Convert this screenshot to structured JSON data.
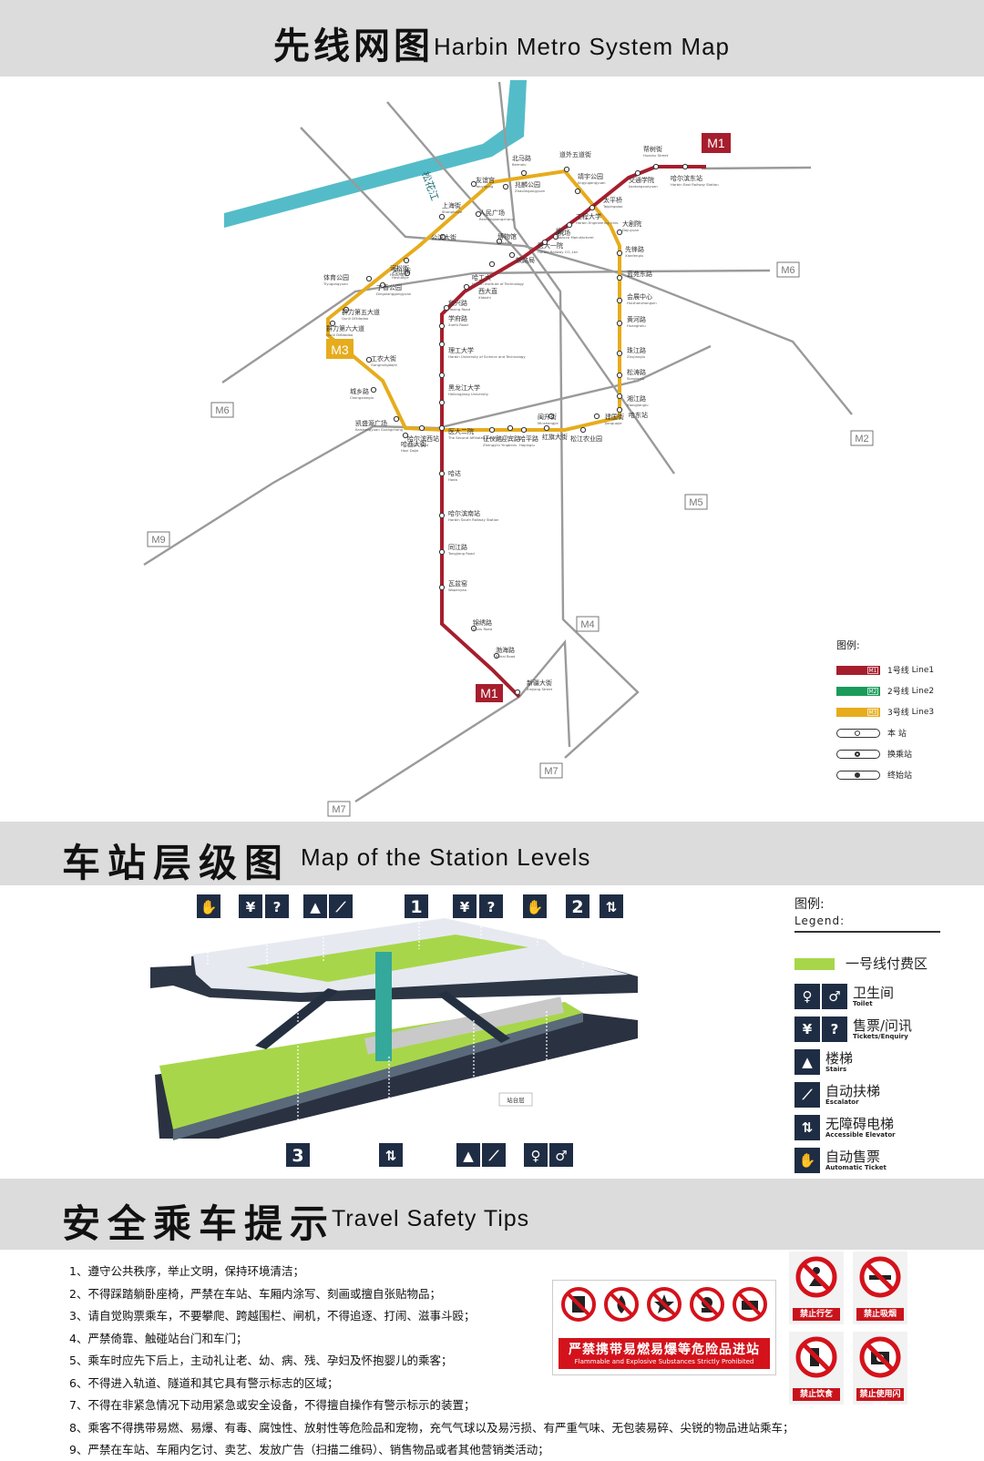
{
  "sections": {
    "network": {
      "title_zh": "线网图",
      "title_zh_prefix": "先",
      "title_en": "Harbin Metro System Map"
    },
    "levels": {
      "title_zh": "车站层级图",
      "title_en": "Map of the Station Levels"
    },
    "safety": {
      "title_zh": "安全乘车提示",
      "title_en": "Travel Safety Tips"
    }
  },
  "river_name": "松花江",
  "line_badges": {
    "M1_top": "M1",
    "M1_bottom": "M1",
    "M2": "M2",
    "M3": "M3",
    "M4": "M4",
    "M5": "M5",
    "M6_east": "M6",
    "M6_west": "M6",
    "M7_east": "M7",
    "M7_west": "M7",
    "M9": "M9"
  },
  "colors": {
    "line1": "#a61e2d",
    "line2": "#1a9b5a",
    "line3": "#e6ac1c",
    "planned": "#9a9a9a",
    "river": "#54bcc8"
  },
  "stations": {
    "line1": [
      {
        "zh": "哈尔滨东站",
        "en": "Harbin East Railway Station"
      },
      {
        "zh": "交通学院",
        "en": "Jiaotongxueyuan"
      },
      {
        "zh": "太平桥",
        "en": "Taipingqiao"
      },
      {
        "zh": "工程大学",
        "en": "Harbin Engineering Univ."
      },
      {
        "zh": "烟厂",
        "en": "Tobacco Manufacturer"
      },
      {
        "zh": "医大一院",
        "en": "Harbin Railway CO.,Ltd"
      },
      {
        "zh": "铁路局",
        "en": ""
      },
      {
        "zh": "哈工大",
        "en": "Harbin Institute of Technology"
      },
      {
        "zh": "西大直",
        "en": "Xidazhi"
      },
      {
        "zh": "和兴路",
        "en": "Hexing Road"
      },
      {
        "zh": "学府路",
        "en": "Xuefu Road"
      },
      {
        "zh": "理工大学",
        "en": "Harbin University of Science and Technology"
      },
      {
        "zh": "黑龙江大学",
        "en": "Heilongjiang University"
      },
      {
        "zh": "医大二院",
        "en": "The Second Affiliated Hospital"
      },
      {
        "zh": "哈达",
        "en": "Hada"
      },
      {
        "zh": "哈尔滨南站",
        "en": "Harbin South Railway Station"
      },
      {
        "zh": "同江路",
        "en": "Tongjiang Road"
      },
      {
        "zh": "瓦盆窑",
        "en": "Wapenyao"
      },
      {
        "zh": "锦绣路",
        "en": "Jinxiu Road"
      },
      {
        "zh": "渤海路",
        "en": "Bohai Road"
      },
      {
        "zh": "新疆大街",
        "en": "Xinjiang Street"
      }
    ],
    "line1_extra": {
      "zh": "帮树街",
      "en": "Huashu Street"
    },
    "line3_planned": [
      {
        "zh": "北马路",
        "en": "Beimalu"
      },
      {
        "zh": "道外五道街",
        "en": ""
      },
      {
        "zh": "靖宇公园",
        "en": "Jingyugongyuan"
      },
      {
        "zh": "大剧院",
        "en": "Dajuyuan"
      },
      {
        "zh": "先锋路",
        "en": "Xianfenglu"
      },
      {
        "zh": "蓝苑东路",
        "en": ""
      },
      {
        "zh": "会展中心",
        "en": "Huizhanzhongxin"
      },
      {
        "zh": "黄河路",
        "en": "Huanghelu"
      },
      {
        "zh": "珠江路",
        "en": "Zhujianglu"
      },
      {
        "zh": "松涛路",
        "en": "Songtaolu"
      },
      {
        "zh": "湘江路",
        "en": "Xiangjianglu"
      },
      {
        "zh": "哈尔滨西站",
        "en": "Harbin West"
      },
      {
        "zh": "凯盛源广场",
        "en": "Kaishengyuan Guangchang"
      },
      {
        "zh": "城乡路",
        "en": "Chengxianglu"
      },
      {
        "zh": "工农大街",
        "en": "Gongnongdajie"
      },
      {
        "zh": "群力第六大道",
        "en": "Qunli Di6dadao"
      },
      {
        "zh": "群力第五大道",
        "en": "Qunli Di5dadao"
      },
      {
        "zh": "体育公园",
        "en": "Tiyugongyuan"
      },
      {
        "zh": "丁香公园",
        "en": "Dingxianggongyuan"
      },
      {
        "zh": "河松街",
        "en": "Hesongjie"
      },
      {
        "zh": "公滨大街",
        "en": ""
      },
      {
        "zh": "上海街",
        "en": "Shanghaijie"
      },
      {
        "zh": "友谊宫",
        "en": "Youyigong"
      },
      {
        "zh": "兆麟公园",
        "en": "Zhaolingongyuan"
      },
      {
        "zh": "人民广场",
        "en": "Renminguangchang"
      },
      {
        "zh": "博物馆",
        "en": "Museum"
      },
      {
        "zh": "河山街",
        "en": "Heshanjie"
      },
      {
        "zh": "哈西大街",
        "en": "Haxi Dajie"
      },
      {
        "zh": "红旗大街",
        "en": ""
      },
      {
        "zh": "机场",
        "en": ""
      },
      {
        "zh": "征仪路",
        "en": "Zhengyilu"
      },
      {
        "zh": "哈平路",
        "en": "Hapinglu"
      },
      {
        "zh": "闽升街",
        "en": "Minshengjie"
      },
      {
        "zh": "松江农业园",
        "en": ""
      },
      {
        "zh": "建国街",
        "en": "Jianguojie"
      },
      {
        "zh": "哈东站",
        "en": ""
      },
      {
        "zh": "迎宾路",
        "en": "Yingbinlu"
      }
    ]
  },
  "map_legend": {
    "title": "图例:",
    "items": [
      {
        "zh": "1号线",
        "en": "Line1",
        "tag": "M1"
      },
      {
        "zh": "2号线",
        "en": "Line2",
        "tag": "M2"
      },
      {
        "zh": "3号线",
        "en": "Line3",
        "tag": "M3"
      },
      {
        "zh": "本 站"
      },
      {
        "zh": "换乘站"
      },
      {
        "zh": "终始站"
      }
    ]
  },
  "levels": {
    "exits": {
      "exit1": "1",
      "exit2": "2",
      "exit3": "3"
    },
    "platform_label": "站台层",
    "legend_title_zh": "图例:",
    "legend_title_en": "Legend:",
    "legend": [
      {
        "zh": "一号线付费区",
        "en": ""
      },
      {
        "zh": "卫生间",
        "en": "Toilet"
      },
      {
        "zh": "售票/问讯",
        "en": "Tickets/Enquiry"
      },
      {
        "zh": "楼梯",
        "en": "Stairs"
      },
      {
        "zh": "自动扶梯",
        "en": "Escalator"
      },
      {
        "zh": "无障碍电梯",
        "en": "Accessible Elevator"
      },
      {
        "zh": "自动售票",
        "en": "Automatic Ticket"
      }
    ]
  },
  "tips": [
    "1、遵守公共秩序，举止文明，保持环境清洁；",
    "2、不得踩踏躺卧座椅，严禁在车站、车厢内涂写、刻画或擅自张贴物品；",
    "3、请自觉购票乘车，不要攀爬、跨越围栏、闸机，不得追逐、打闹、滋事斗殴；",
    "4、严禁倚靠、触碰站台门和车门；",
    "5、乘车时应先下后上，主动礼让老、幼、病、残、孕妇及怀抱婴儿的乘客；",
    "6、不得进入轨道、隧道和其它具有警示标志的区域；",
    "7、不得在非紧急情况下动用紧急或安全设备，不得擅自操作有警示标示的装置；",
    "8、乘客不得携带易燃、易爆、有毒、腐蚀性、放射性等危险品和宠物，充气气球以及易污损、有严重气味、无包装易碎、尖锐的物品进站乘车；",
    "9、严禁在车站、车厢内乞讨、卖艺、发放广告（扫描二维码）、销售物品或者其他营销类活动；"
  ],
  "prohibition": {
    "banner_zh": "严禁携带易燃易爆等危险品进站",
    "banner_en": "Flammable and Explosive Substances Strictly Prohibited",
    "signs": [
      "禁止行乞",
      "禁止吸烟",
      "禁止饮食",
      "禁止使用闪光灯"
    ]
  }
}
